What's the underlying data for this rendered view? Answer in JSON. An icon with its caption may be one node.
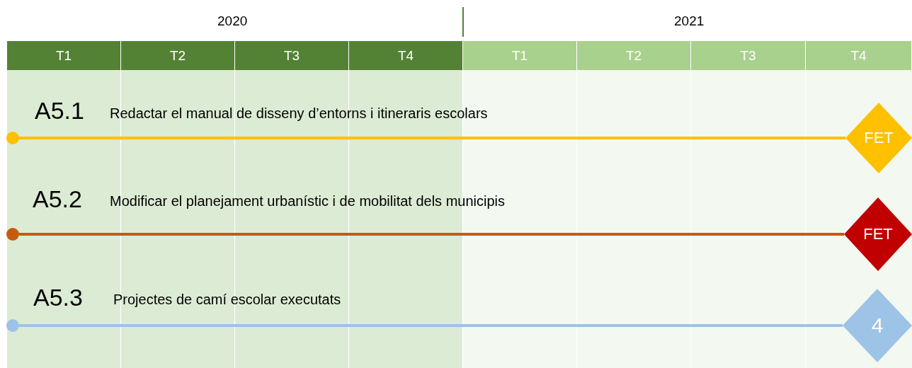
{
  "diagram": {
    "nodes": [
      {
        "text": [
          "T1"
        ]
      },
      {
        "text": [
          "T2"
        ]
      },
      {
        "text": [
          "T3"
        ]
      },
      {
        "text": [
          "T4"
        ]
      },
      {
        "text": [
          "T1"
        ]
      },
      {
        "text": [
          "T2"
        ]
      },
      {
        "text": [
          "T3"
        ]
      },
      {
        "text": [
          "T4"
        ]
      },
      {
        "text": [],
        "shape": "circle"
      },
      {
        "text": [
          "FET"
        ]
      },
      {
        "text": [],
        "shape": "circle"
      },
      {
        "text": [
          "FET"
        ]
      },
      {
        "text": [],
        "shape": "circle"
      },
      {
        "text": [
          "4"
        ]
      }
    ],
    "edges": [
      {
        "from": 8,
        "to": 9,
        "arrow": "none",
        "color": "#ffc000"
      },
      {
        "from": 10,
        "to": 11,
        "arrow": "none",
        "color": "#c55a11"
      },
      {
        "from": 12,
        "to": 13,
        "arrow": "none",
        "color": "#9dc3e6"
      }
    ],
    "labels": [
      "2020",
      "2021",
      "A5.1",
      "Redactar el manual de disseny d’entorns i itineraris escolars",
      "A5.2",
      "Modificar el planejament urbanístic i de mobilitat dels municipis",
      "A5.3",
      "Projectes de camí escolar executats"
    ]
  }
}
